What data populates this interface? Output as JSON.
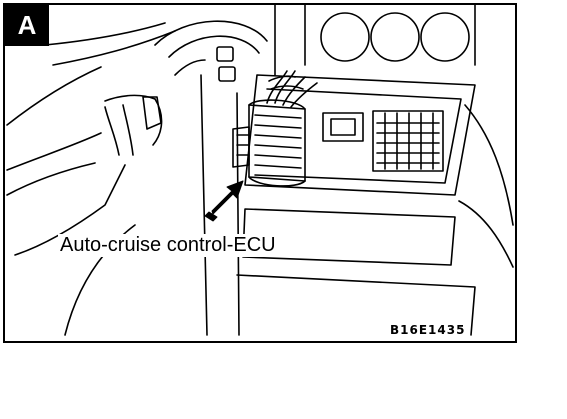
{
  "panel_label": "A",
  "callout": {
    "text": "Auto-cruise control-ECU"
  },
  "figure_code": "B16E1435",
  "colors": {
    "ink": "#000000",
    "paper": "#ffffff"
  },
  "icons": {
    "pointer": "solid-black-arrow"
  }
}
